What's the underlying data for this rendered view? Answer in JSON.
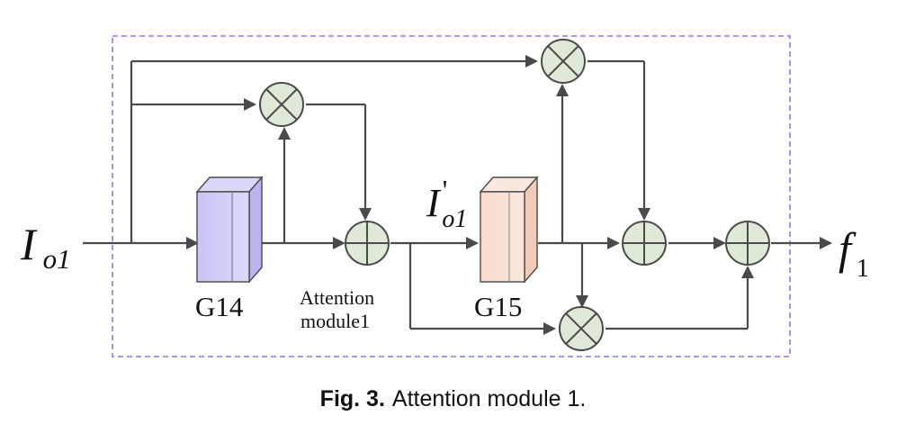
{
  "diagram": {
    "input_label": {
      "base": "I",
      "subscript": "o1"
    },
    "intermediate_label": {
      "base": "I",
      "prime": "'",
      "subscript": "o1"
    },
    "output_label": {
      "base": "f",
      "subscript": "1"
    },
    "block_1": {
      "label": "G14",
      "color": "#c9c8f5"
    },
    "block_2": {
      "label": "G15",
      "color": "#f8ddd0"
    },
    "module_label_line_1": "Attention",
    "module_label_line_2": "module1",
    "box_border_color": "#8d8ff0",
    "operator_fill": "#dfe9d7",
    "line_color": "#4a4a4a"
  },
  "caption": {
    "label": "Fig. 3.",
    "text": "Attention module 1."
  }
}
